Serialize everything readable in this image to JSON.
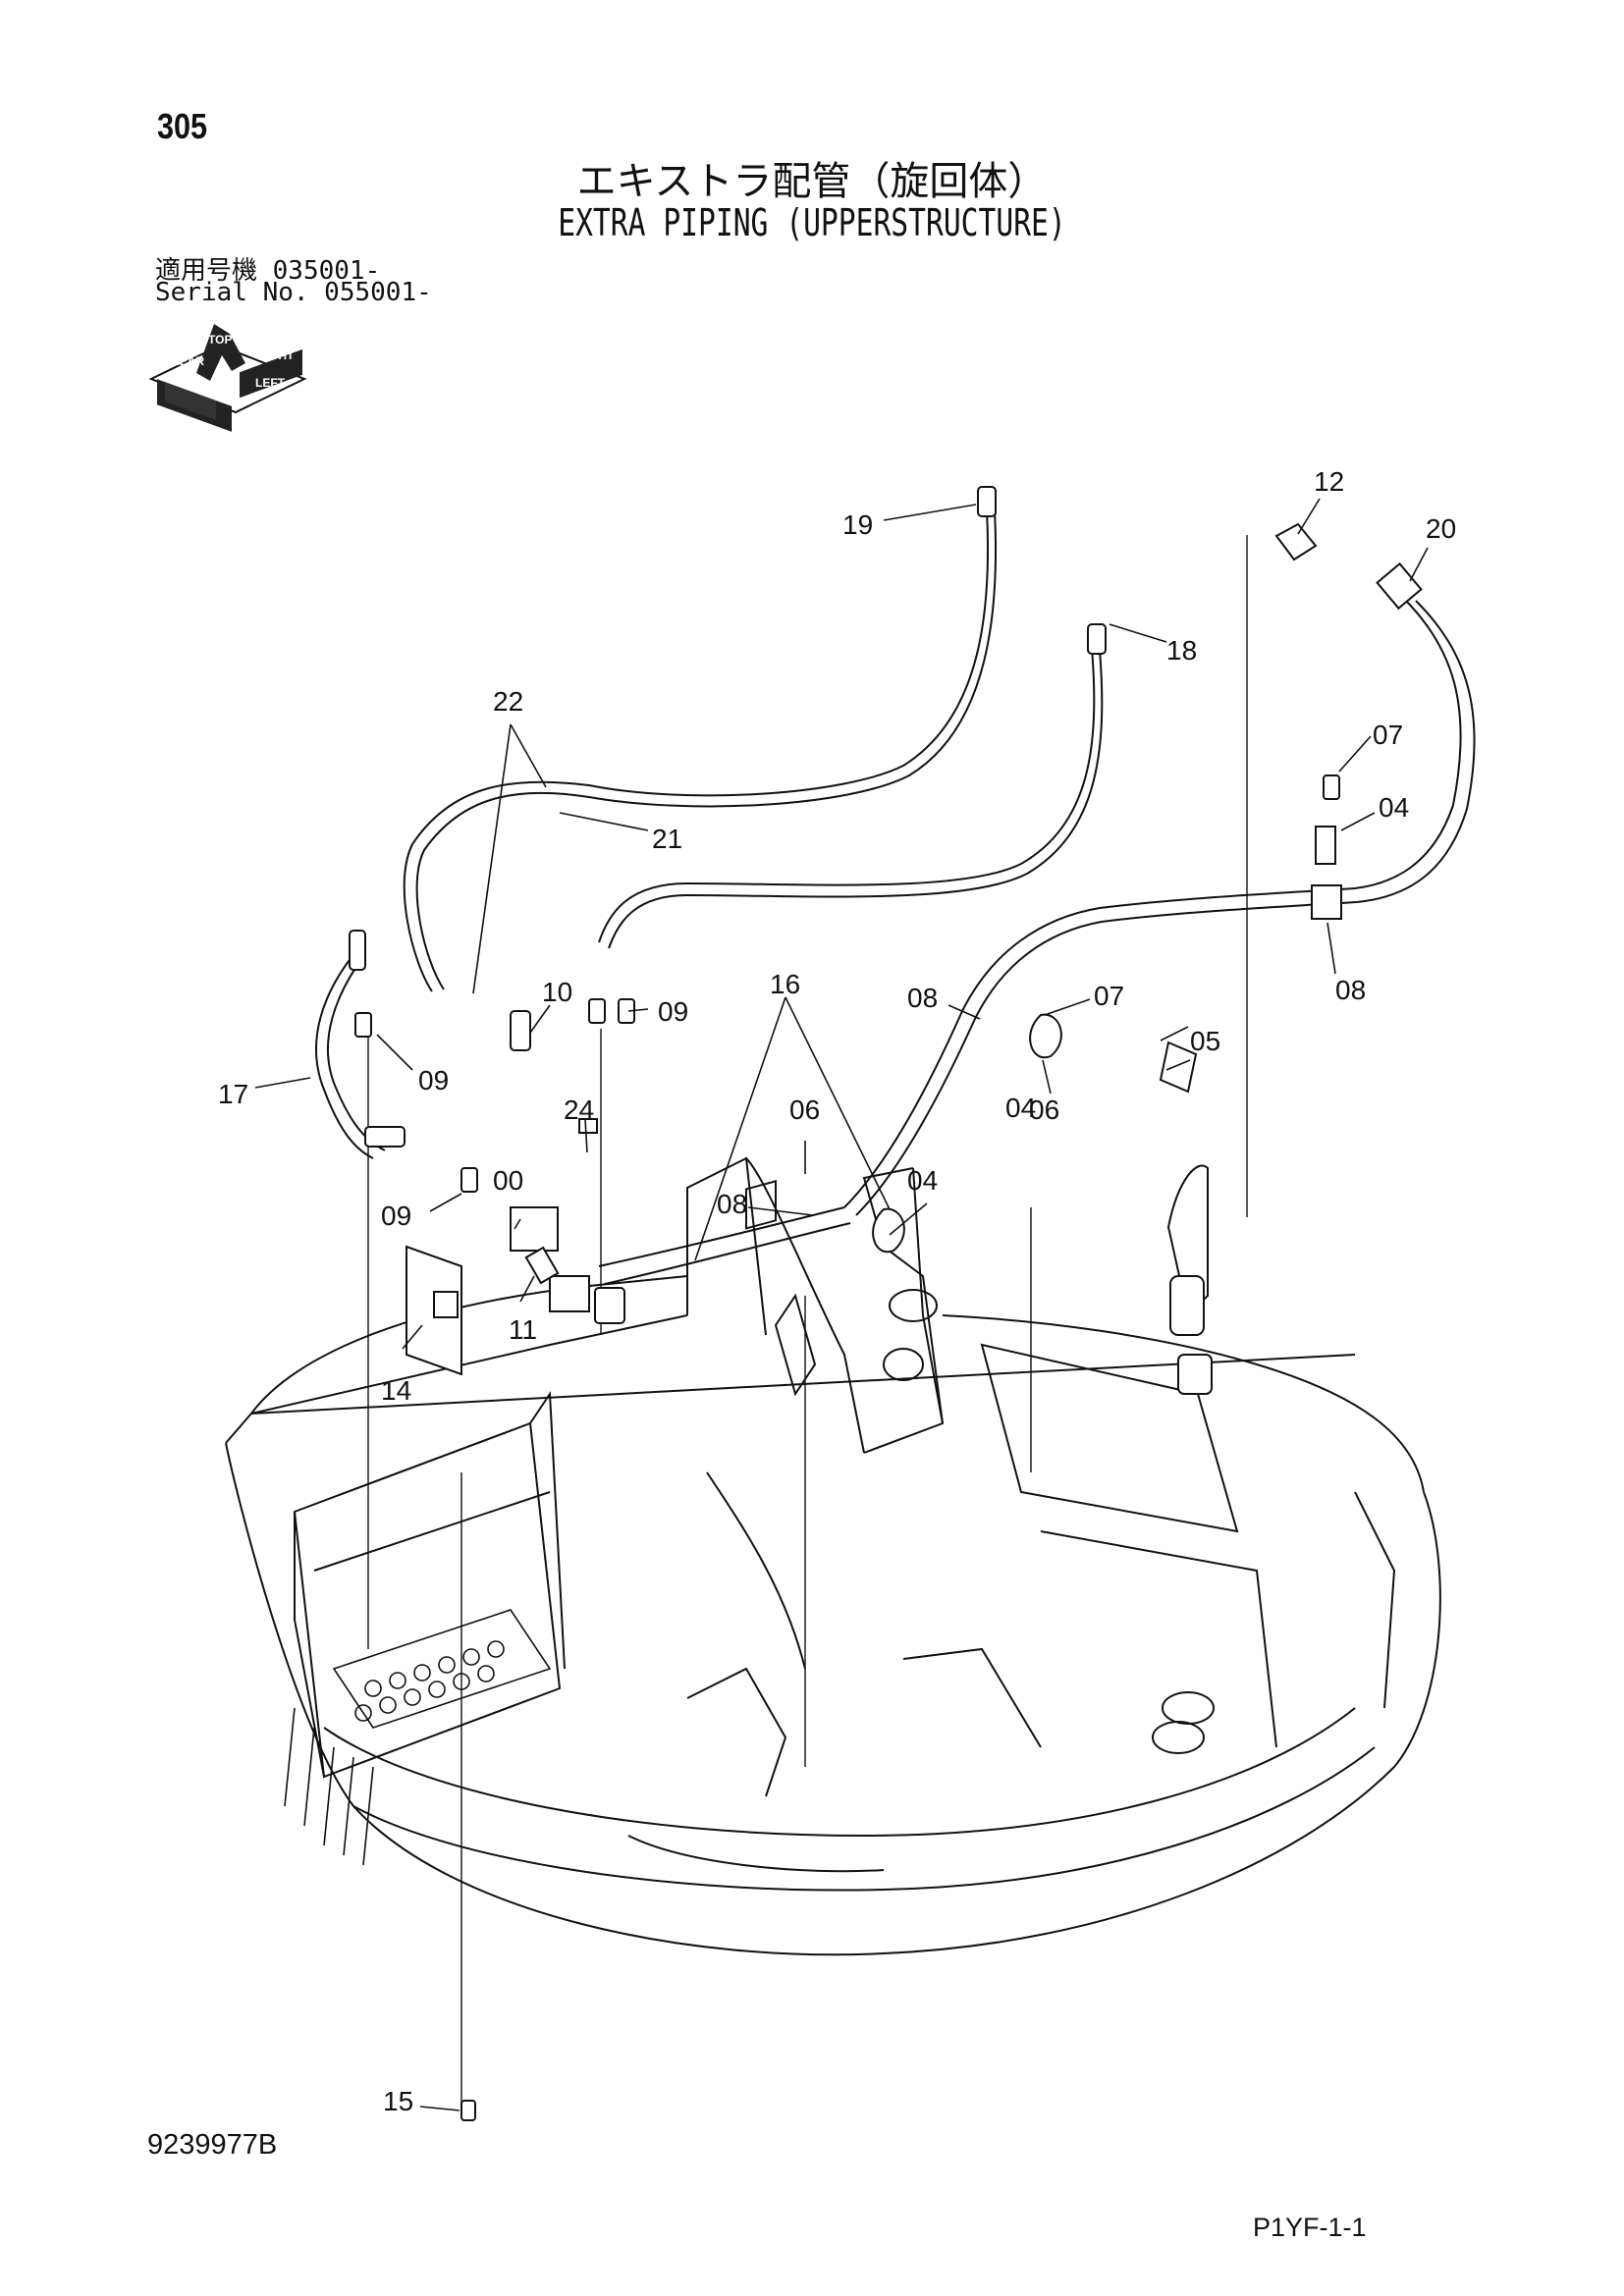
{
  "header": {
    "page_number": "305",
    "title_jp": "エキストラ配管（旋回体）",
    "title_en": "EXTRA PIPING (UPPERSTRUCTURE)",
    "serial_line_1": "適用号機  035001-",
    "serial_line_2": "Serial No. 055001-"
  },
  "orientation": {
    "top": "TOP",
    "front": "FRONT",
    "right": "RIGHT",
    "rear": "REAR",
    "left": "LEFT"
  },
  "callouts": {
    "c19": "19",
    "c12": "12",
    "c20": "20",
    "c18": "18",
    "c22": "22",
    "c21": "21",
    "c07a": "07",
    "c04a": "04",
    "c08a": "08",
    "c16": "16",
    "c10": "10",
    "c09a": "09",
    "c08b": "08",
    "c07b": "07",
    "c05": "05",
    "c17": "17",
    "c09b": "09",
    "c24": "24",
    "c06a": "06",
    "c04b": "04",
    "c06b": "06",
    "c00": "00",
    "c08c": "08",
    "c04c": "04",
    "c09c": "09",
    "c11": "11",
    "c14": "14",
    "c15": "15"
  },
  "footer": {
    "drawing_code": "9239977B",
    "sheet_code": "P1YF-1-1"
  }
}
